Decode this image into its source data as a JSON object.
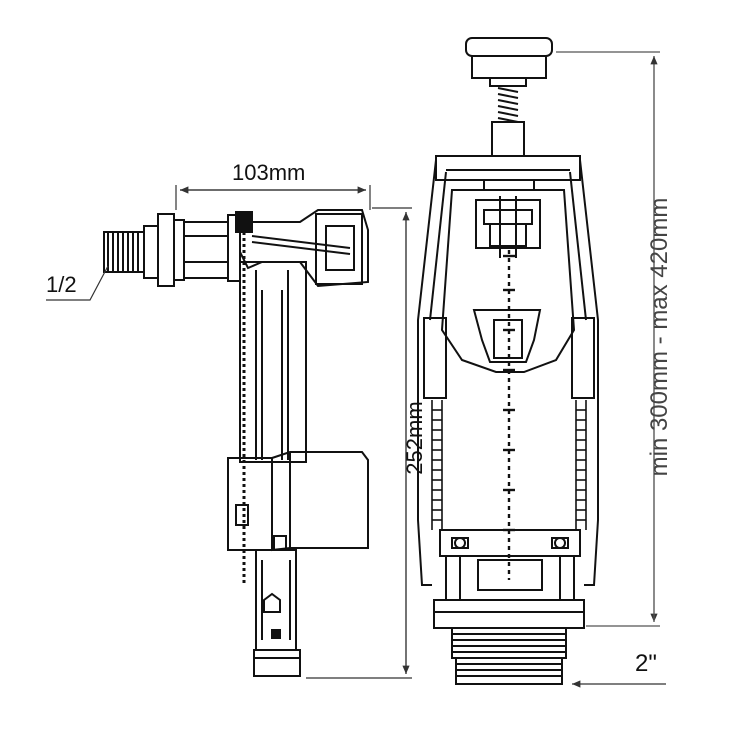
{
  "dimensions": {
    "width_label": "103mm",
    "thread_label": "1/2",
    "height_label": "252mm",
    "range_label": "min 300mm - max 420mm",
    "outlet_label": "2\""
  },
  "colors": {
    "line": "#111111",
    "dim_line": "#444444",
    "background": "#ffffff"
  }
}
